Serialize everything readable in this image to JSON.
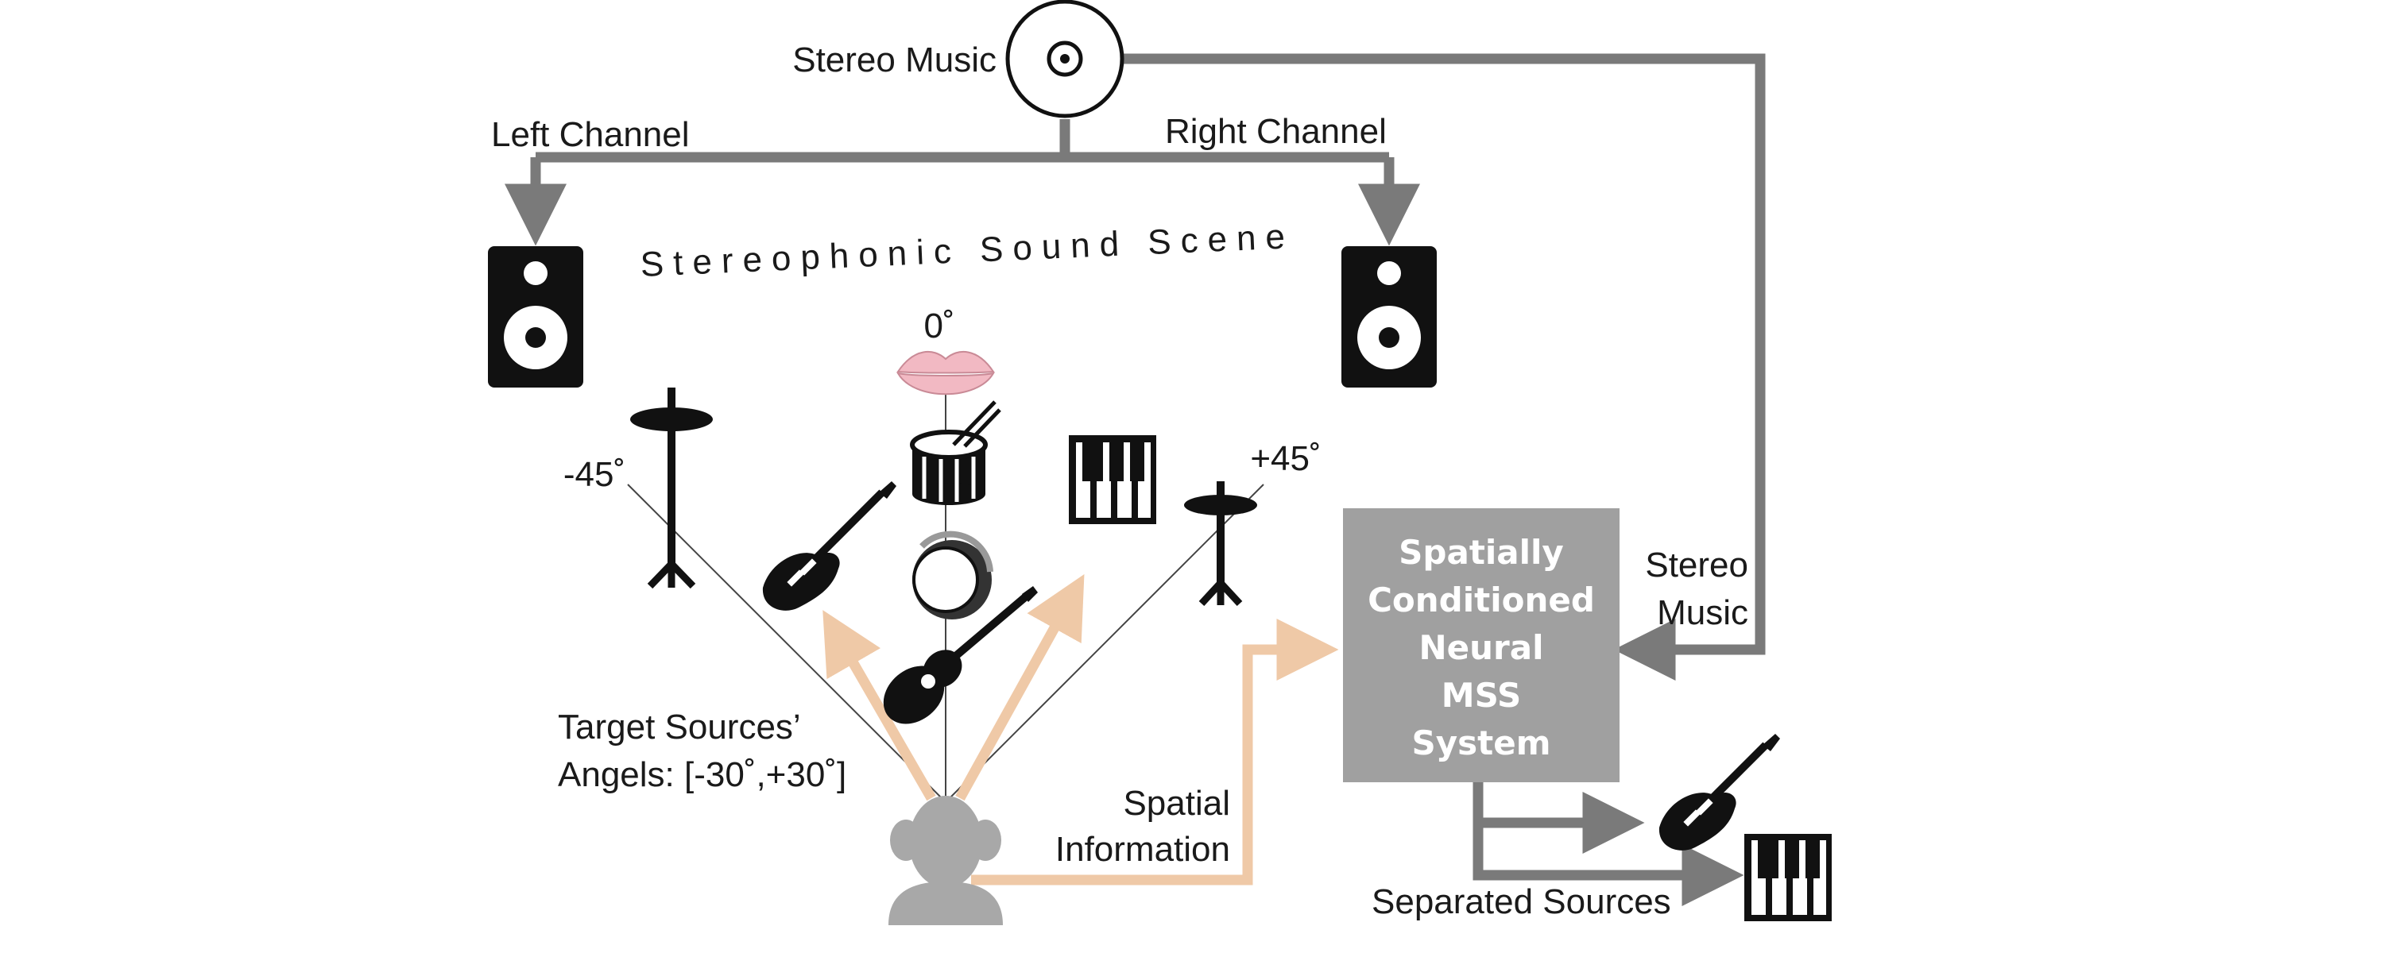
{
  "labels": {
    "stereo_music_top": "Stereo Music",
    "left_channel": "Left Channel",
    "right_channel": "Right Channel",
    "scene_title": "Stereophonic Sound Scene",
    "angle_zero": "0˚",
    "angle_minus45": "-45˚",
    "angle_plus45": "+45˚",
    "target_line1": "Target Sources’",
    "target_line2": "Angels: [-30˚,+30˚]",
    "spatial_line1": "Spatial",
    "spatial_line2": "Information",
    "stereo_music_side_line1": "Stereo",
    "stereo_music_side_line2": "Music",
    "separated_sources": "Separated Sources"
  },
  "system_box": {
    "lines": [
      "Spatially",
      "Conditioned",
      "Neural",
      "MSS",
      "System"
    ]
  },
  "colors": {
    "arrow_gray": "#7a7a7a",
    "box_gray": "#a0a0a0",
    "peach": "#efc9a7",
    "lips": "#f2b9c3",
    "listener": "#a8a8a8",
    "icon_black": "#111111"
  },
  "icons": [
    "cd-icon",
    "speaker-icon",
    "lips-icon",
    "snare-drum-icon",
    "piano-icon",
    "cymbal-icon",
    "electric-guitar-icon",
    "acoustic-guitar-icon",
    "tambourine-icon",
    "listener-icon"
  ]
}
